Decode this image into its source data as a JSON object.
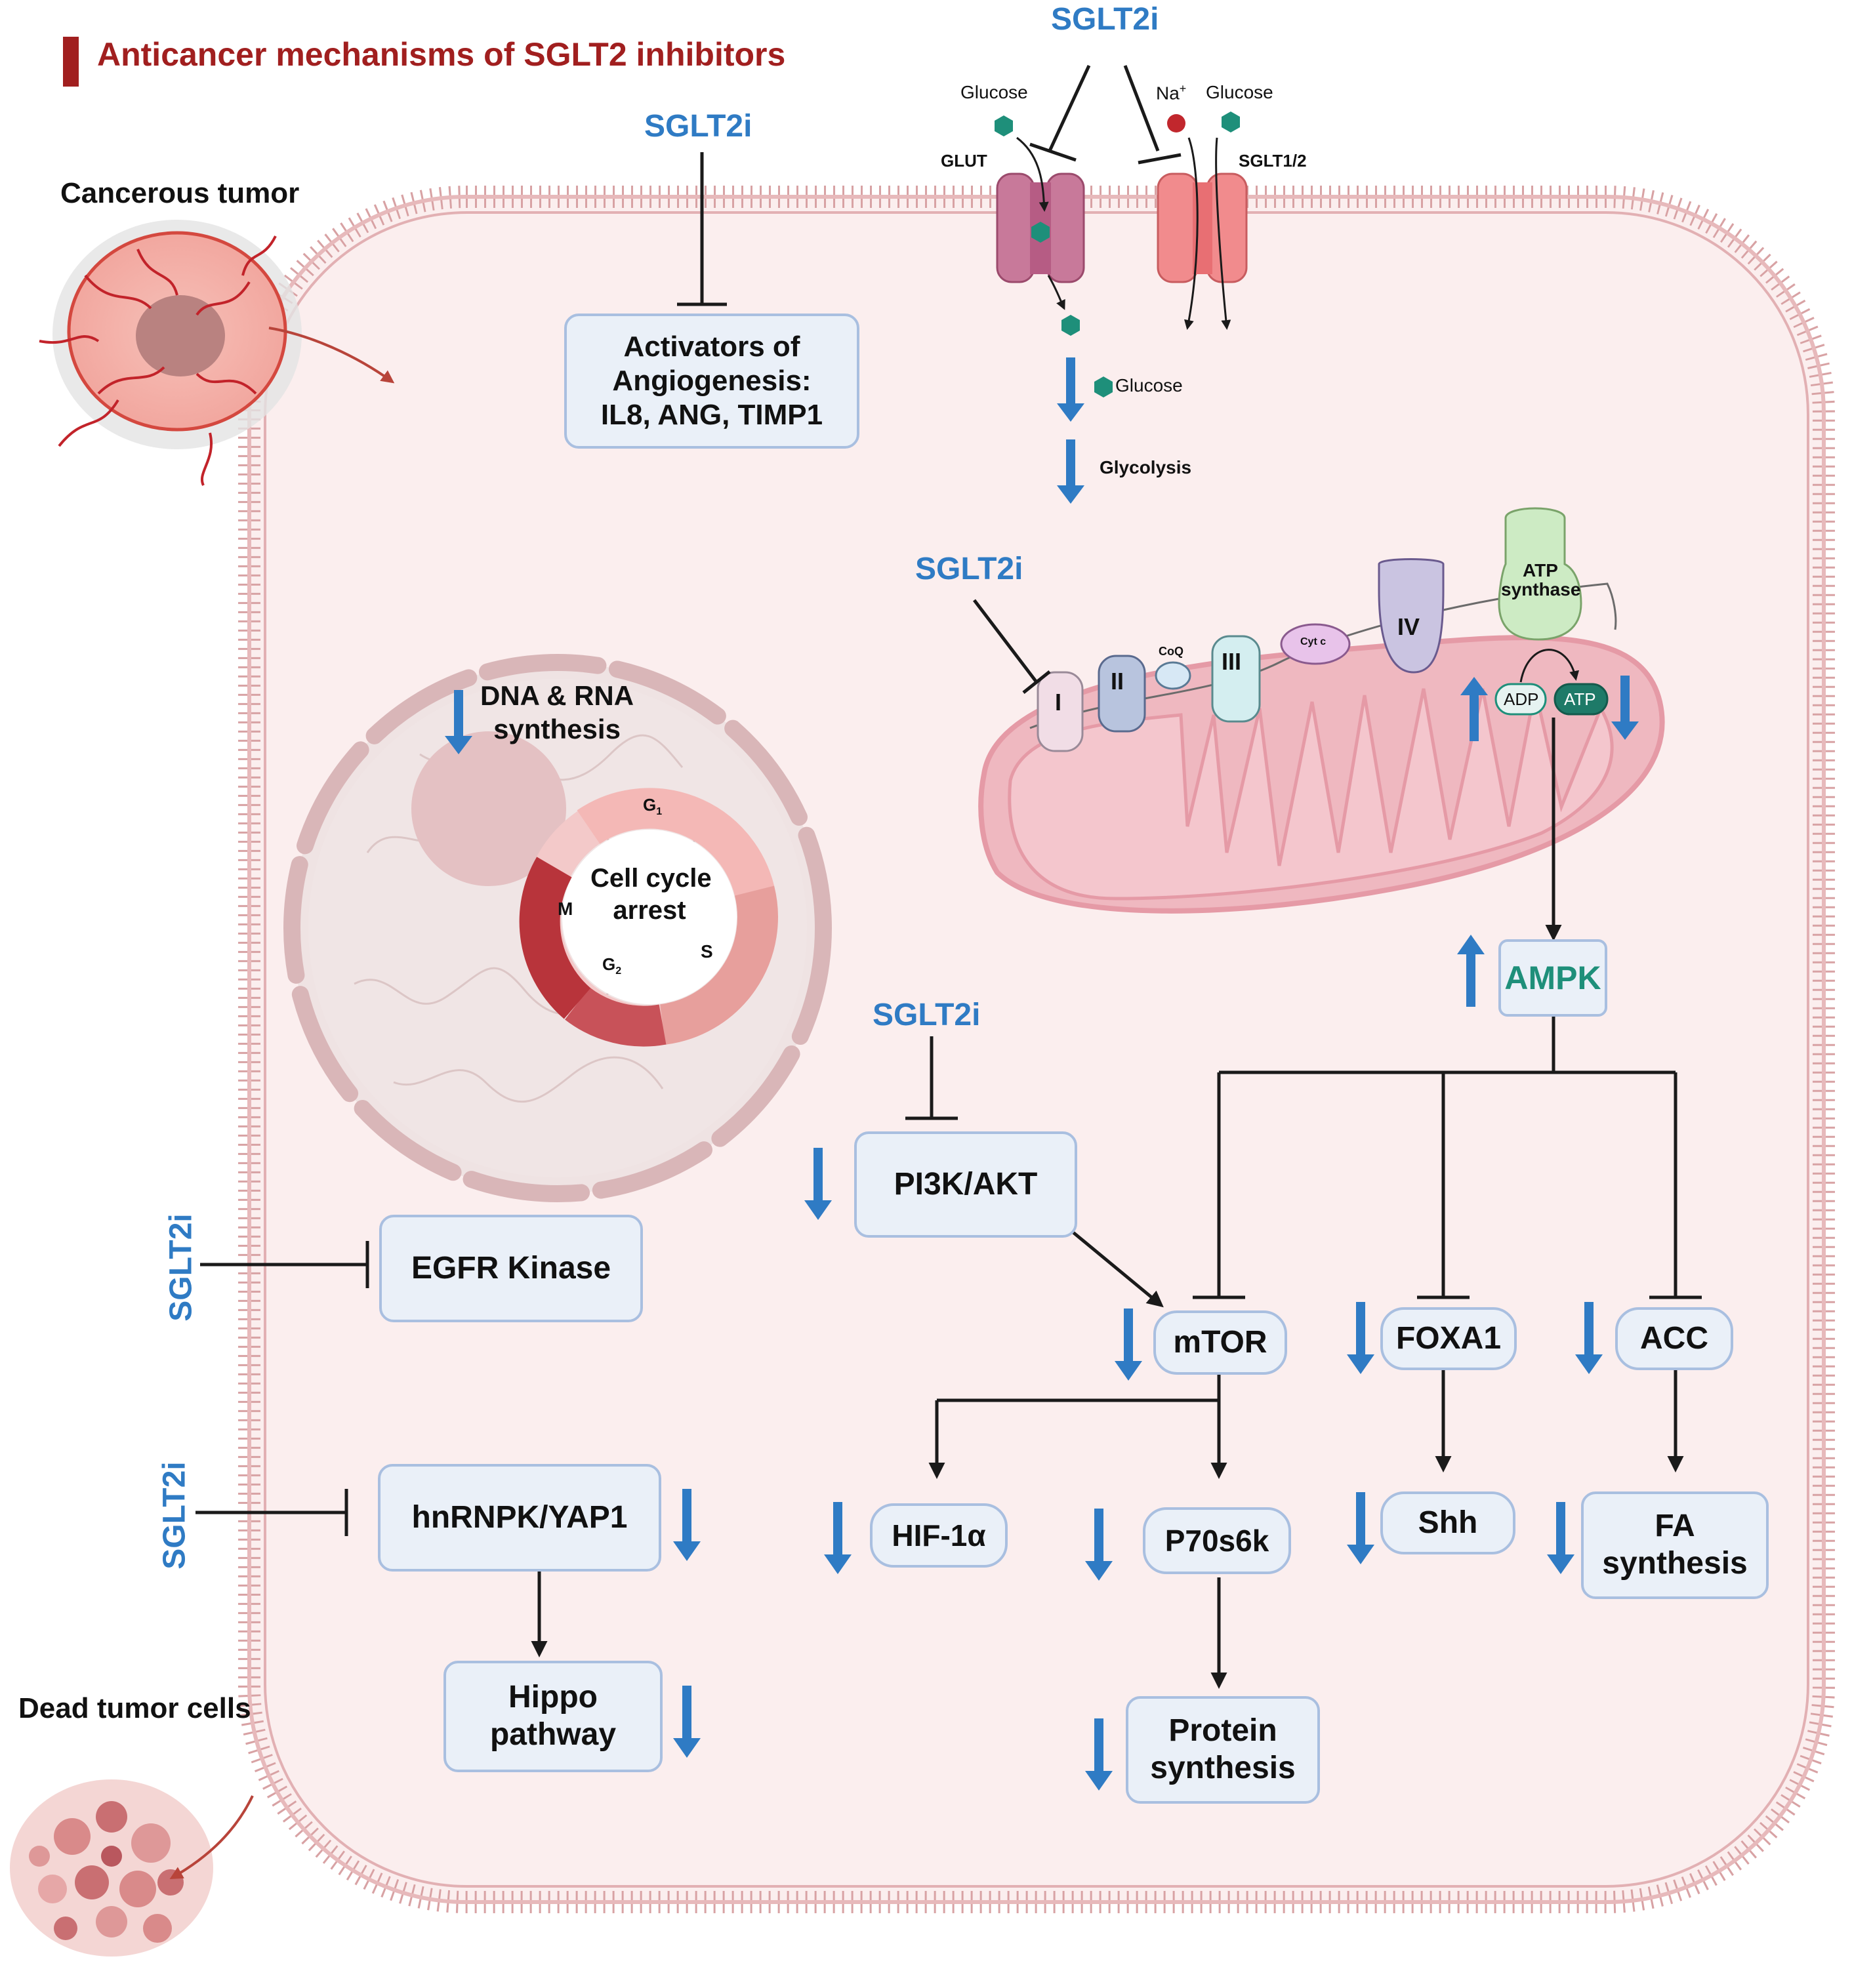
{
  "title": "Anticancer mechanisms of SGLT2 inhibitors",
  "drug": "SGLT2i",
  "labels": {
    "cancerous_tumor": "Cancerous tumor",
    "dead_tumor_cells": "Dead tumor cells",
    "glucose": "Glucose",
    "na": "Na",
    "na_sup": "+",
    "glut": "GLUT",
    "sglt12": "SGLT1/2",
    "glycolysis": "Glycolysis",
    "dna_rna_line1": "DNA & RNA",
    "dna_rna_line2": "synthesis",
    "cell_cycle_line1": "Cell cycle",
    "cell_cycle_line2": "arrest",
    "phase_g1": "G",
    "phase_g1_sub": "1",
    "phase_g2": "G",
    "phase_g2_sub": "2",
    "phase_s": "S",
    "phase_m": "M",
    "complex_1": "I",
    "complex_2": "II",
    "complex_3": "III",
    "complex_4": "IV",
    "coq": "CoQ",
    "cytc": "Cyt c",
    "atp_synthase_line1": "ATP",
    "atp_synthase_line2": "synthase",
    "adp": "ADP",
    "atp": "ATP"
  },
  "boxes": {
    "angiogenesis_line1": "Activators of",
    "angiogenesis_line2": "Angiogenesis:",
    "angiogenesis_line3": "IL8, ANG, TIMP1",
    "ampk": "AMPK",
    "pi3k": "PI3K/AKT",
    "egfr": "EGFR Kinase",
    "hnrnpk": "hnRNPK/YAP1",
    "hippo_line1": "Hippo",
    "hippo_line2": "pathway",
    "mtor": "mTOR",
    "foxa1": "FOXA1",
    "acc": "ACC",
    "hif": "HIF-1α",
    "p70": "P70s6k",
    "shh": "Shh",
    "fa_line1": "FA",
    "fa_line2": "synthesis",
    "protein_line1": "Protein",
    "protein_line2": "synthesis"
  },
  "colors": {
    "title_red": "#a11f1f",
    "sglt2i_blue": "#2f7bc4",
    "arrow_blue": "#2f7bc4",
    "ampk_green": "#1e8f7a",
    "box_fill": "#eaf0f8",
    "box_border": "#a9bfe0",
    "cell_fill": "#fbeeee",
    "membrane": "#d8a2a4",
    "mito_fill": "#efb8c0"
  }
}
